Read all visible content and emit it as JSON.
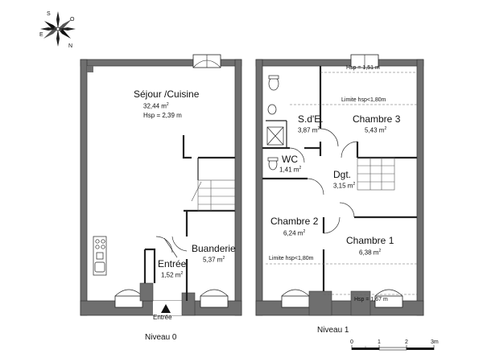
{
  "compass": {
    "n": "N",
    "s": "S",
    "e": "E",
    "o": "O"
  },
  "level0": {
    "name": "Niveau 0",
    "entry_marker": "Entrée",
    "rooms": {
      "sejour": {
        "name": "Séjour /Cuisine",
        "area": "32,44 m",
        "height": "Hsp = 2,39 m"
      },
      "entree": {
        "name": "Entrée",
        "area": "1,52 m"
      },
      "buanderie": {
        "name": "Buanderie",
        "area": "5,37 m"
      }
    }
  },
  "level1": {
    "name": "Niveau 1",
    "notes": {
      "hsp_top": "Hsp = 1,51 m",
      "limit_top": "Limite hsp<1,80m",
      "limit_bottom": "Limite hsp<1,80m",
      "hsp_bottom": "Hsp = 1,67 m"
    },
    "rooms": {
      "sde": {
        "name": "S.d'E.",
        "area": "3,87 m"
      },
      "chambre3": {
        "name": "Chambre 3",
        "area": "5,43 m"
      },
      "wc": {
        "name": "WC",
        "area": "1,41 m"
      },
      "dgt": {
        "name": "Dgt.",
        "area": "3,15 m"
      },
      "chambre2": {
        "name": "Chambre 2",
        "area": "6,24 m"
      },
      "chambre1": {
        "name": "Chambre 1",
        "area": "6,38 m"
      }
    }
  },
  "scale": {
    "ticks": [
      "0",
      "1",
      "2",
      "3m"
    ]
  },
  "area_unit_sup": "2",
  "colors": {
    "wall": "#6f6f6f",
    "wall_edge": "#3a3a3a",
    "line": "#222222",
    "window": "#ffffff"
  }
}
